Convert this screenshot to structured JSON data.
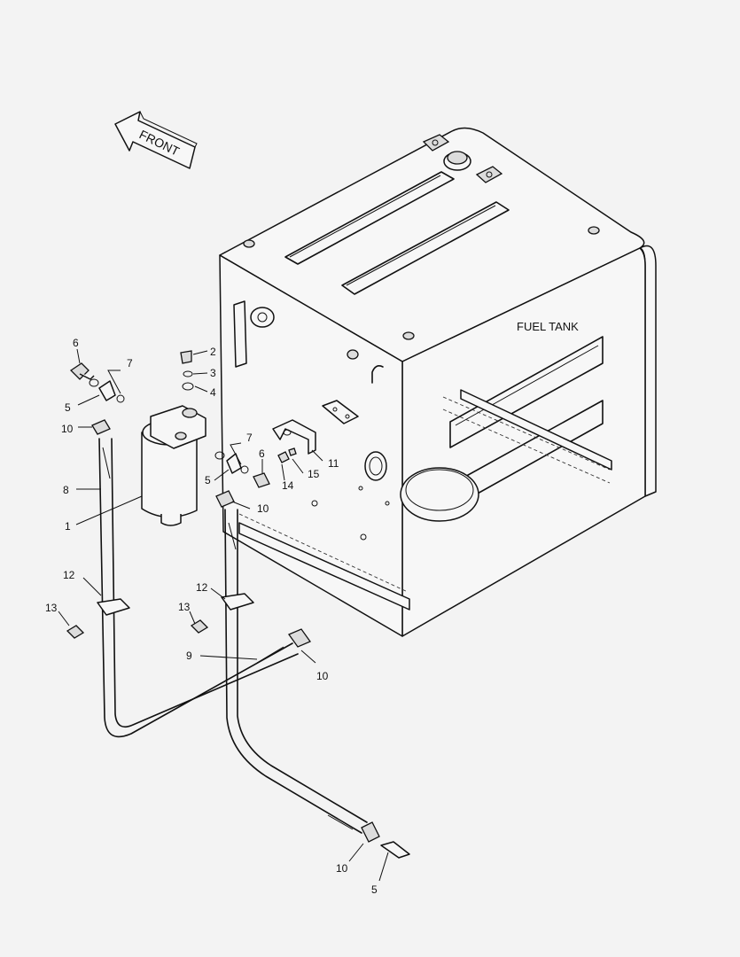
{
  "direction_label": "FRONT",
  "tank_label": "FUEL TANK",
  "callouts": [
    {
      "id": "c-6a",
      "text": "6"
    },
    {
      "id": "c-7a",
      "text": "7"
    },
    {
      "id": "c-2",
      "text": "2"
    },
    {
      "id": "c-3",
      "text": "3"
    },
    {
      "id": "c-4",
      "text": "4"
    },
    {
      "id": "c-5a",
      "text": "5"
    },
    {
      "id": "c-10a",
      "text": "10"
    },
    {
      "id": "c-7b",
      "text": "7"
    },
    {
      "id": "c-6b",
      "text": "6"
    },
    {
      "id": "c-11",
      "text": "11"
    },
    {
      "id": "c-15",
      "text": "15"
    },
    {
      "id": "c-14",
      "text": "14"
    },
    {
      "id": "c-5b",
      "text": "5"
    },
    {
      "id": "c-8",
      "text": "8"
    },
    {
      "id": "c-10b",
      "text": "10"
    },
    {
      "id": "c-1",
      "text": "1"
    },
    {
      "id": "c-12a",
      "text": "12"
    },
    {
      "id": "c-12b",
      "text": "12"
    },
    {
      "id": "c-13a",
      "text": "13"
    },
    {
      "id": "c-13b",
      "text": "13"
    },
    {
      "id": "c-9",
      "text": "9"
    },
    {
      "id": "c-10c",
      "text": "10"
    },
    {
      "id": "c-10d",
      "text": "10"
    },
    {
      "id": "c-5c",
      "text": "5"
    }
  ]
}
